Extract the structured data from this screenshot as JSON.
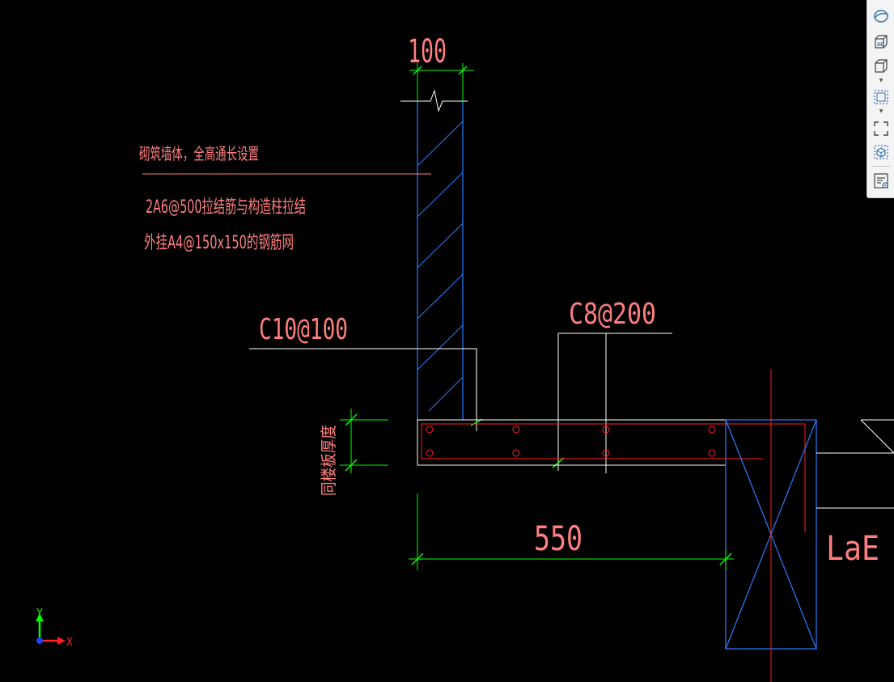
{
  "annotations": {
    "dim_wall_thickness": "100",
    "wall_note_title": "砌筑墙体，全高通长设置",
    "wall_note_line1": "2A6@500拉结筋与构造柱拉结",
    "wall_note_line2": "外挂A4@150x150的钢筋网",
    "stirrup_label": "C10@100",
    "distribution_label": "C8@200",
    "dim_slab_depth": "同楼板厚度",
    "dim_length": "550",
    "anchor_label": "LaE"
  },
  "ucs": {
    "y_label": "Y",
    "x_label": "X"
  },
  "toolbar": {
    "buttons": [
      {
        "name": "orbit-icon"
      },
      {
        "name": "3d-view-icon",
        "text": "3D"
      },
      {
        "name": "view-cube-icon"
      },
      {
        "name": "selection-box-icon"
      },
      {
        "name": "fullscreen-icon"
      },
      {
        "name": "display-style-icon"
      },
      {
        "name": "properties-icon"
      }
    ]
  },
  "colors": {
    "background": "#000000",
    "text_red": "#ff7f7f",
    "dim_green": "#00ff00",
    "wall_blue": "#0080ff",
    "rebar_red": "#ff0000",
    "line_white": "#ffffff",
    "toolbar_bg": "#f4f4f4",
    "toolbar_icon": "#3a6fb0"
  }
}
